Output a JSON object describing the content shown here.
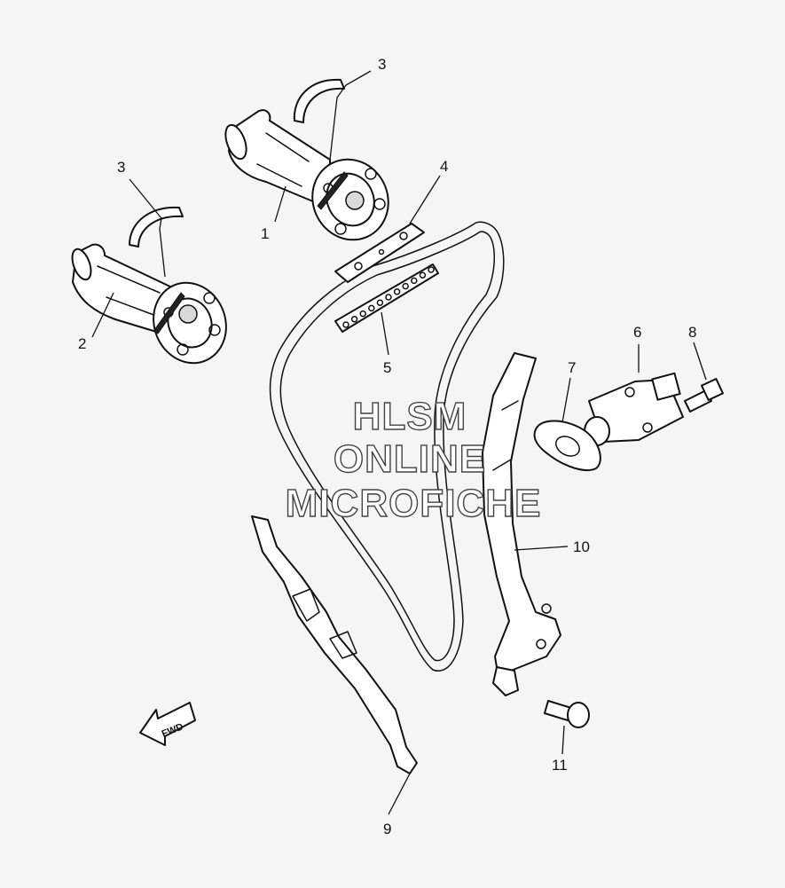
{
  "diagram": {
    "callouts": {
      "c1": "1",
      "c2": "2",
      "c3a": "3",
      "c3b": "3",
      "c4": "4",
      "c5": "5",
      "c6": "6",
      "c7": "7",
      "c8": "8",
      "c9": "9",
      "c10": "10",
      "c11": "11"
    },
    "watermark": {
      "line1": "HLSM",
      "line2": "ONLINE",
      "line3": "MICROFICHE"
    },
    "direction_badge": "FWD"
  }
}
